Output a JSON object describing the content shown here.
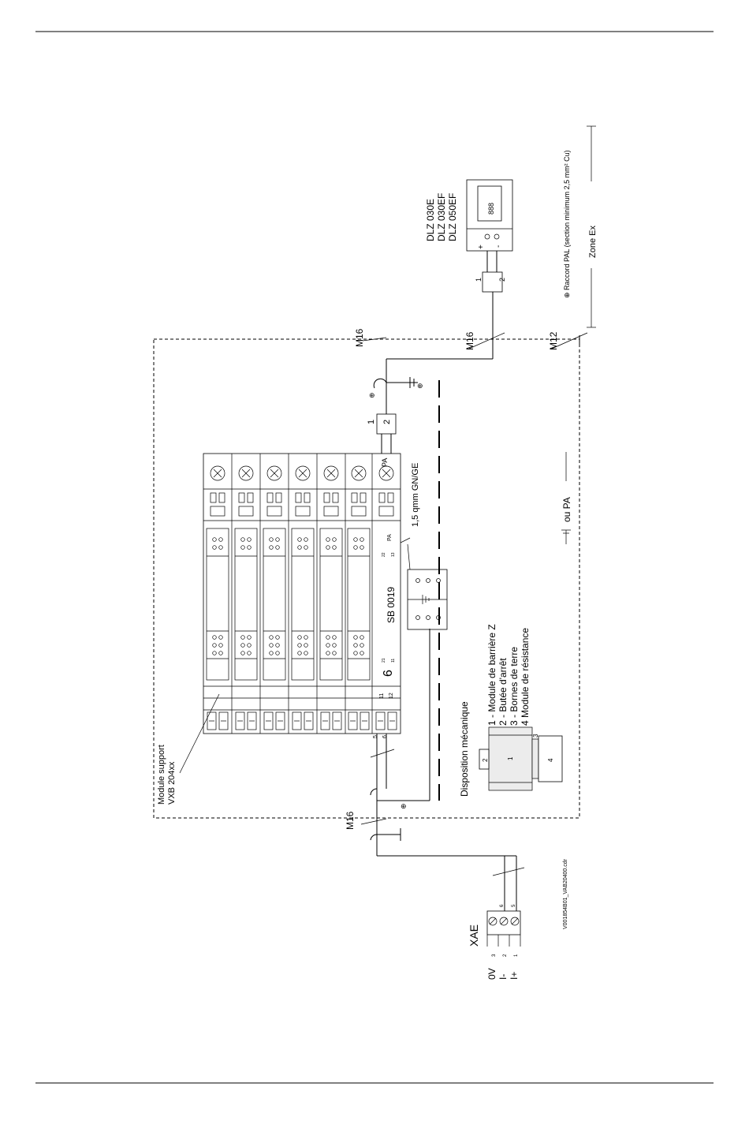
{
  "module_support": {
    "line1": "Module support",
    "line2": "VXB 204xx"
  },
  "barrier": {
    "number": "6",
    "model": "SB 0019",
    "pa": "PA",
    "t21": "21",
    "t22": "22",
    "t13": "13",
    "t11": "11",
    "t5": "5",
    "t6": "6",
    "t11b": "11",
    "t12": "12"
  },
  "ground_wire": "1,5 qmm GN/GE",
  "cables": {
    "m16_left": "M16",
    "m16_top": "M16",
    "m16_mid": "M16",
    "m12": "M12"
  },
  "wires": {
    "w1": "1",
    "w2": "2",
    "d1": "1",
    "d2": "2"
  },
  "display": {
    "models": [
      "DLZ 030E",
      "DLZ 030EF",
      "DLZ 050EF"
    ],
    "plus": "+",
    "minus": "-",
    "segments": "888"
  },
  "pal_note": "⊕ Raccord PAL (section minimum 2,5 mm² Cu)",
  "zone": "Zone Ex",
  "ou_pa": "ou PA",
  "xae": {
    "title": "XAE",
    "labels": [
      "0V",
      "I-",
      "I+"
    ],
    "pins": [
      "3",
      "2",
      "1"
    ],
    "wire_nums": [
      "6",
      "5"
    ]
  },
  "legend": {
    "title": "Disposition mécanique",
    "items": [
      "1 - Module de barrière Z",
      "2 - Butée d'arrêt",
      "3 - Bornes de terre",
      "4  Module de résistance"
    ],
    "fig_labels": [
      "1",
      "2",
      "3",
      "4"
    ]
  },
  "file_ref": "V001854B01_VAB20400.cdr"
}
